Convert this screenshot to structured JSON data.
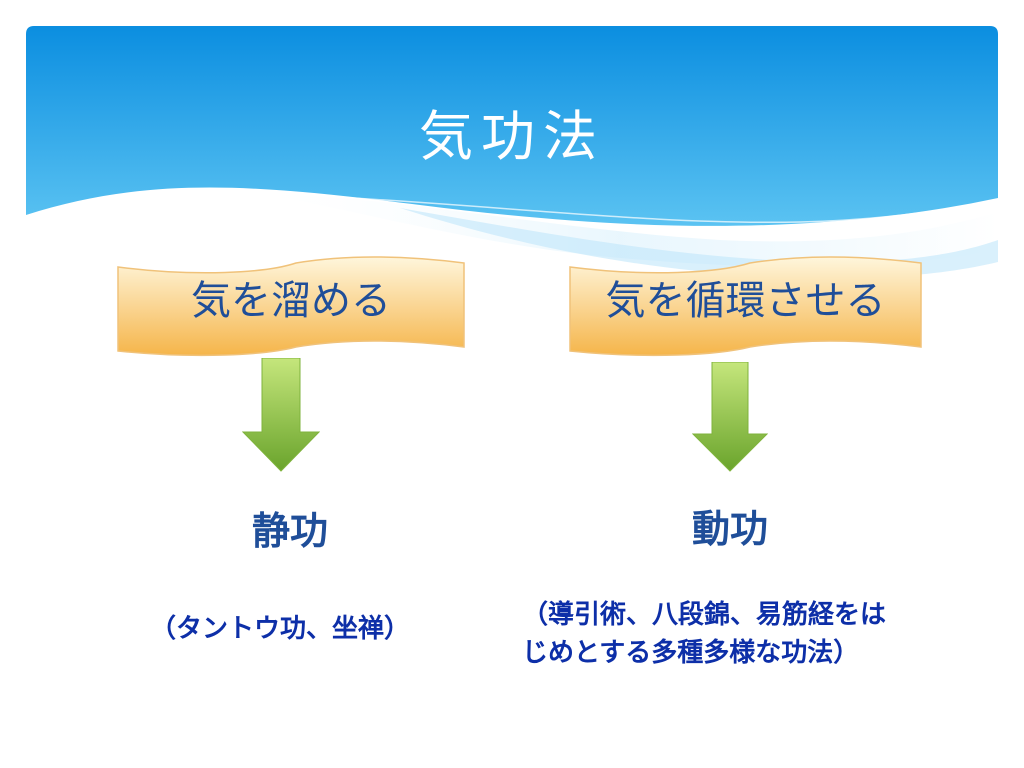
{
  "slide": {
    "title": "気功法"
  },
  "left": {
    "label": "気を溜める",
    "method": "静功",
    "description": "（タントウ功、坐禅）"
  },
  "right": {
    "label": "気を循環させる",
    "method": "動功",
    "description_line1": "（導引術、八段錦、易筋経をは",
    "description_line2": "じめとする多種多様な功法）"
  },
  "colors": {
    "header_top": "#0b8ee0",
    "header_bottom": "#5bc3f2",
    "label_fill_top": "#fff6dc",
    "label_fill_bottom": "#f5b54a",
    "label_text": "#1f4e99",
    "arrow_top": "#c5e67c",
    "arrow_bottom": "#6aa42c",
    "method_text": "#1f4e99",
    "description_text": "#0d2fa8"
  },
  "icons": {
    "flow_arrow": "arrow-down-icon"
  }
}
